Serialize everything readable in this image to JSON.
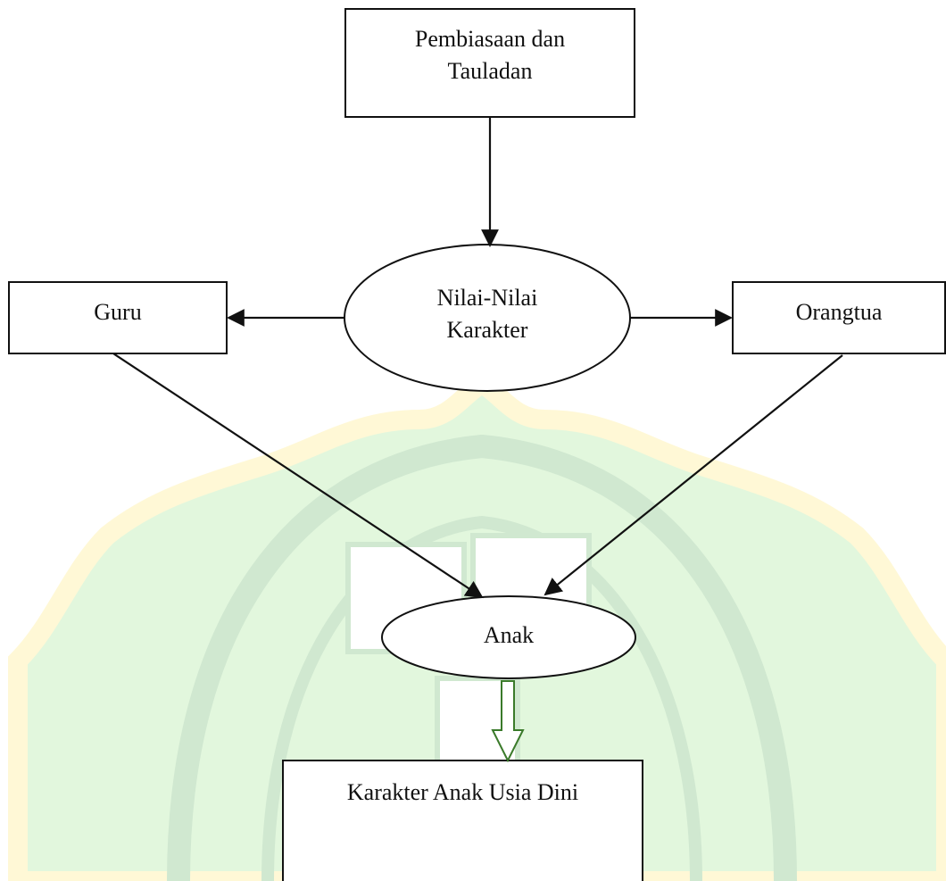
{
  "diagram": {
    "nodes": {
      "top": {
        "line1": "Pembiasaan dan",
        "line2": "Tauladan"
      },
      "center": {
        "line1": "Nilai-Nilai",
        "line2": "Karakter"
      },
      "left": {
        "label": "Guru"
      },
      "right": {
        "label": "Orangtua"
      },
      "child": {
        "label": "Anak"
      },
      "result": {
        "label": "Karakter Anak Usia Dini"
      }
    }
  },
  "colors": {
    "watermark_green": "#3fbf3f",
    "watermark_yellow": "#ffe04a",
    "line": "#111111",
    "hollow_arrow": "#3a7a2a"
  }
}
